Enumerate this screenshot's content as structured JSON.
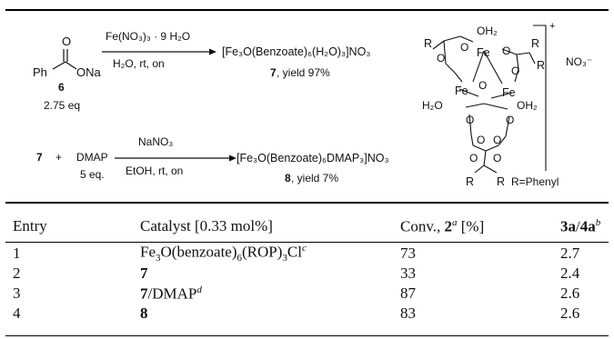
{
  "scheme": {
    "reaction1": {
      "reactant_label": "6",
      "reactant_eq": "2.75 eq",
      "reactant_ph": "Ph",
      "reactant_o": "O",
      "reactant_ona": "ONa",
      "reagent_above": "Fe(NO₃)₃ · 9 H₂O",
      "reagent_below": "H₂O, rt, on",
      "product": "[Fe₃O(Benzoate)₆(H₂O)₃]NO₃",
      "product_label": "7",
      "product_yield": ", yield 97%"
    },
    "reaction2": {
      "reactant_label": "7",
      "plus": "+",
      "dmap": "DMAP",
      "dmap_eq": "5 eq.",
      "reagent_above": "NaNO₃",
      "reagent_below": "EtOH, rt, on",
      "product": "[Fe₃O(Benzoate)₆DMAP₃]NO₃",
      "product_label": "8",
      "product_yield": ", yield 7%"
    },
    "structure": {
      "charge": "+",
      "counterion": "NO₃⁻",
      "r_def": "R=Phenyl",
      "fe": "Fe",
      "o": "O",
      "oh2": "OH₂",
      "h2o": "H₂O",
      "r": "R"
    }
  },
  "table": {
    "headers": {
      "entry": "Entry",
      "catalyst": "Catalyst [0.33 mol%]",
      "conv_pre": "Conv., ",
      "conv_num": "2",
      "conv_sup": "a",
      "conv_post": " [%]",
      "ratio_a": "3a",
      "ratio_sep": "/",
      "ratio_b": "4a",
      "ratio_sup": "b"
    },
    "rows": [
      {
        "entry": "1",
        "cat_a": "Fe",
        "cat_s1": "3",
        "cat_b": "O(benzoate)",
        "cat_s2": "6",
        "cat_c": "(ROP)",
        "cat_s3": "3",
        "cat_d": "Cl",
        "cat_sup": "c",
        "conv": "73",
        "ratio": "2.7"
      },
      {
        "entry": "2",
        "cat": "7",
        "conv": "33",
        "ratio": "2.4"
      },
      {
        "entry": "3",
        "cat_bold": "7",
        "cat_rest": "/DMAP",
        "cat_sup": "d",
        "conv": "87",
        "ratio": "2.6"
      },
      {
        "entry": "4",
        "cat": "8",
        "conv": "83",
        "ratio": "2.6"
      }
    ]
  }
}
